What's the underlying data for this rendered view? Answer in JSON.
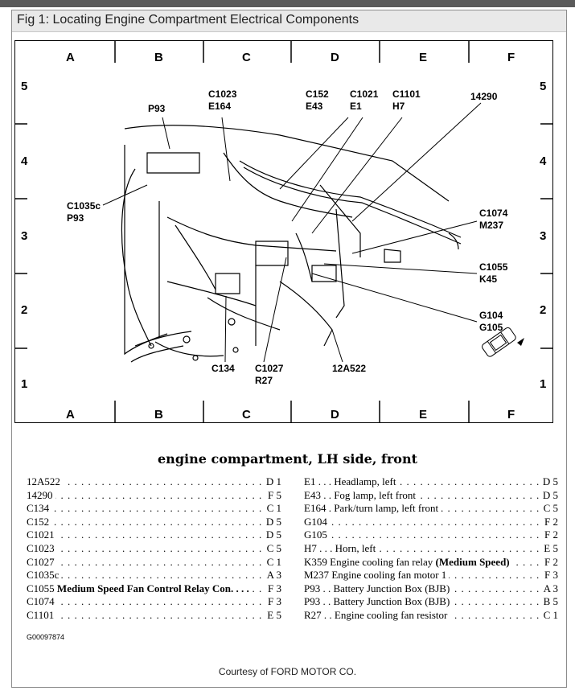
{
  "window": {
    "title": "Fig 1: Locating Engine Compartment Electrical Components"
  },
  "grid": {
    "columns": [
      "A",
      "B",
      "C",
      "D",
      "E",
      "F"
    ],
    "rows": [
      "5",
      "4",
      "3",
      "2",
      "1"
    ]
  },
  "callouts": {
    "p93_top": "P93",
    "c1023": "C1023",
    "e164": "E164",
    "c152": "C152",
    "e43": "E43",
    "c1021": "C1021",
    "e1": "E1",
    "c1101": "C1101",
    "h7": "H7",
    "n14290": "14290",
    "c1035c": "C1035c",
    "p93_left": "P93",
    "c1074": "C1074",
    "m237": "M237",
    "c1055": "C1055",
    "k45": "K45",
    "g104": "G104",
    "g105": "G105",
    "c134": "C134",
    "c1027": "C1027",
    "r27": "R27",
    "n12a522": "12A522"
  },
  "caption": "engine compartment, LH side, front",
  "legend_left": [
    {
      "key": "12A522",
      "desc": "",
      "loc": "D 1"
    },
    {
      "key": "14290",
      "desc": "",
      "loc": "F 5"
    },
    {
      "key": "C134",
      "desc": "",
      "loc": "C 1"
    },
    {
      "key": "C152",
      "desc": "",
      "loc": "D 5"
    },
    {
      "key": "C1021",
      "desc": "",
      "loc": "D 5"
    },
    {
      "key": "C1023",
      "desc": "",
      "loc": "C 5"
    },
    {
      "key": "C1027",
      "desc": "",
      "loc": "C 1"
    },
    {
      "key": "C1035c",
      "desc": "",
      "loc": "A 3"
    },
    {
      "key": "C1055",
      "desc": "Medium Speed Fan Control Relay Con. . . .",
      "loc": "F 3"
    },
    {
      "key": "C1074",
      "desc": "",
      "loc": "F 3"
    },
    {
      "key": "C1101",
      "desc": "",
      "loc": "E 5"
    }
  ],
  "legend_right": [
    {
      "key": "E1 . . .",
      "desc": "Headlamp, left",
      "loc": "D 5"
    },
    {
      "key": "E43 . .",
      "desc": "Fog lamp, left front",
      "loc": "D 5"
    },
    {
      "key": "E164 .",
      "desc": "Park/turn lamp, left front",
      "loc": "C 5"
    },
    {
      "key": "G104",
      "desc": "",
      "loc": "F 2"
    },
    {
      "key": "G105",
      "desc": "",
      "loc": "F 2"
    },
    {
      "key": "H7 . . .",
      "desc": "Horn, left",
      "loc": "E 5"
    },
    {
      "key": "K359",
      "desc": "Engine cooling fan relay (Medium Speed)",
      "loc": "F 2"
    },
    {
      "key": "M237",
      "desc": "Engine cooling fan motor 1",
      "loc": "F 3"
    },
    {
      "key": "P93 . .",
      "desc": "Battery Junction Box (BJB)",
      "loc": "A 3"
    },
    {
      "key": "P93 . .",
      "desc": "Battery Junction Box (BJB)",
      "loc": "B 5"
    },
    {
      "key": "R27 . .",
      "desc": "Engine cooling fan resistor",
      "loc": "C 1"
    }
  ],
  "figure_id": "G00097874",
  "courtesy": "Courtesy of FORD MOTOR CO."
}
